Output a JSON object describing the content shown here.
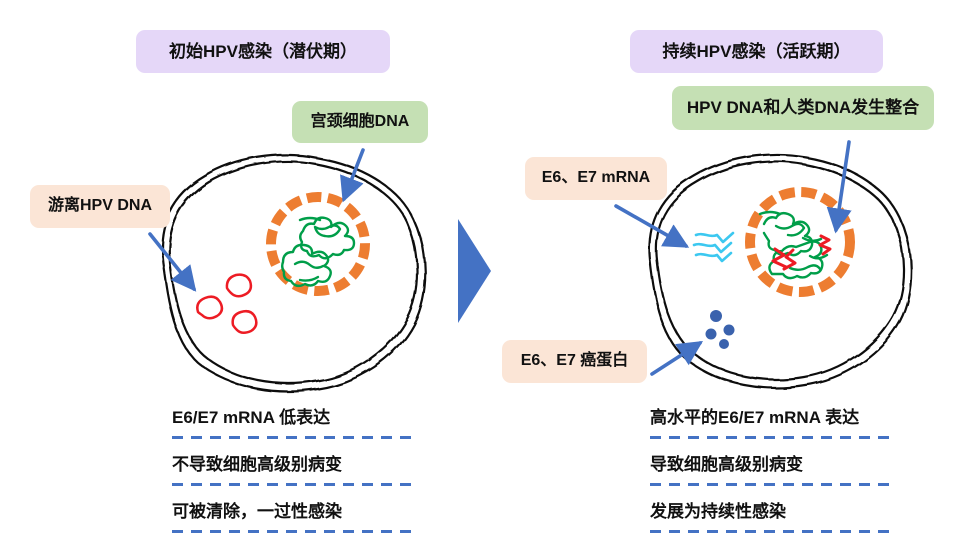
{
  "colors": {
    "arrow_blue": "#4472c4",
    "nucleus_orange": "#ed7d31",
    "dna_green": "#009e49",
    "hpv_red": "#ed1c24",
    "mrna_cyan": "#3cc8f0",
    "protein_blue": "#3a62ad",
    "membrane_black": "#111111",
    "box_purple": "#e5d7f8",
    "box_green": "#c5e0b4",
    "box_peach": "#fbe5d6"
  },
  "panels": {
    "left": {
      "header": "初始HPV感染（潜伏期）",
      "cell_dna_label": "宫颈细胞DNA",
      "episomal_label": "游离HPV  DNA",
      "notes": [
        "E6/E7 mRNA 低表达",
        "不导致细胞高级别病变",
        "可被清除，一过性感染"
      ]
    },
    "right": {
      "header": "持续HPV感染（活跃期）",
      "integration_label": "HPV DNA和人类DNA发生整合",
      "mrna_label": "E6、E7  mRNA",
      "oncoprotein_label": "E6、E7  癌蛋白",
      "notes": [
        "高水平的E6/E7 mRNA 表达",
        "导致细胞高级别病变",
        "发展为持续性感染"
      ]
    }
  }
}
